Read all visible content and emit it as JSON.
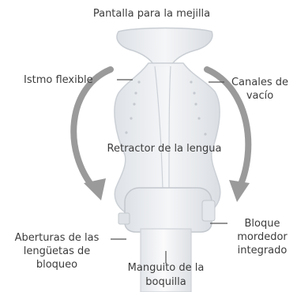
{
  "labels": {
    "cheek_shield": "Pantalla para la mejilla",
    "flexible_isthmus": "Istmo flexible",
    "vacuum_channels": "Canales de\nvacío",
    "tongue_retractor": "Retractor de la lengua",
    "integrated_bite_block": "Bloque\nmordedor\nintegrado",
    "locking_tab_openings": "Aberturas de las\nlengüetas de\nbloqueo",
    "mouthpiece_sleeve": "Manguito de la\nboquilla"
  },
  "colors": {
    "arrow": "#9a9a9a",
    "device_fill": "#e9ecef",
    "device_stroke": "#c9ced4",
    "leader_line": "#555555",
    "text": "#3c3c3c"
  }
}
